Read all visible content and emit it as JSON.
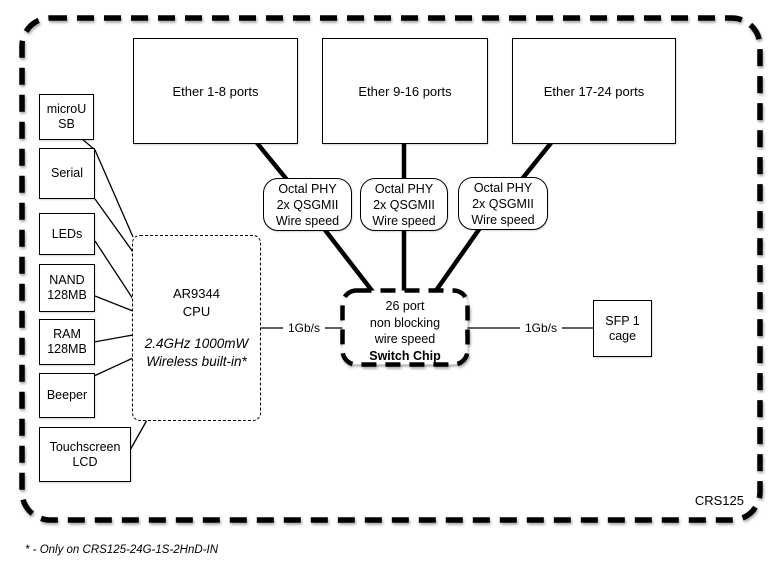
{
  "chassis": {
    "corner_label": "CRS125",
    "footnote": "* - Only on CRS125-24G-1S-2HnD-IN"
  },
  "colors": {
    "ink": "#000000",
    "background": "#ffffff"
  },
  "peripherals": {
    "microusb": {
      "line1": "microU",
      "line2": "SB"
    },
    "serial": {
      "line1": "Serial"
    },
    "leds": {
      "line1": "LEDs"
    },
    "nand": {
      "line1": "NAND",
      "line2": "128MB"
    },
    "ram": {
      "line1": "RAM",
      "line2": "128MB"
    },
    "beeper": {
      "line1": "Beeper"
    },
    "touchscreen": {
      "line1": "Touchscreen",
      "line2": "LCD"
    }
  },
  "cpu": {
    "name": "AR9344",
    "type": "CPU",
    "note_line1": "2.4GHz 1000mW",
    "note_line2": "Wireless built-in*"
  },
  "ether_groups": [
    {
      "label": "Ether 1-8 ports"
    },
    {
      "label": "Ether 9-16 ports"
    },
    {
      "label": "Ether 17-24 ports"
    }
  ],
  "phys": [
    {
      "line1": "Octal PHY",
      "line2": "2x QSGMII",
      "line3": "Wire speed"
    },
    {
      "line1": "Octal PHY",
      "line2": "2x QSGMII",
      "line3": "Wire speed"
    },
    {
      "line1": "Octal PHY",
      "line2": "2x QSGMII",
      "line3": "Wire speed"
    }
  ],
  "switch_chip": {
    "line1": "26 port",
    "line2": "non blocking",
    "line3": "wire speed",
    "line4": "Switch Chip"
  },
  "sfp": {
    "line1": "SFP 1",
    "line2": "cage"
  },
  "links": {
    "cpu_to_switch_label": "1Gb/s",
    "switch_to_sfp_label": "1Gb/s"
  }
}
